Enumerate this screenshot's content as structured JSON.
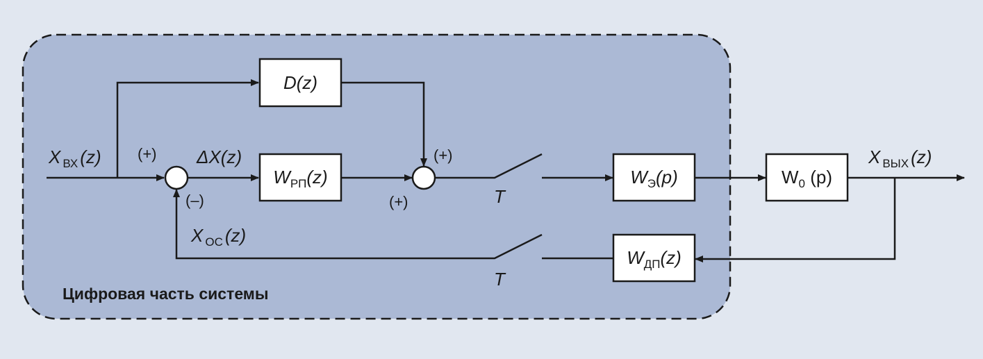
{
  "region": {
    "title": "Цифровая часть системы",
    "fill": "#abb9d5",
    "border": "#1a1a1a"
  },
  "blocks": {
    "d": {
      "main": "D",
      "tail": "(z)"
    },
    "w_rp": {
      "main": "W",
      "sub": "РП",
      "tail": "(z)"
    },
    "w_e": {
      "main": "W",
      "sub": "Э",
      "tail": "(p)"
    },
    "w_o": {
      "main": "W",
      "sub": "0",
      "tail": " (p)"
    },
    "w_dp": {
      "main": "W",
      "sub": "ДП",
      "tail": "(z)"
    }
  },
  "signals": {
    "x_in": {
      "main": "X",
      "sub": "ВХ",
      "tail": "(z)"
    },
    "x_out": {
      "main": "X",
      "sub": "ВЫХ",
      "tail": "(z)"
    },
    "x_oc": {
      "main": "X",
      "sub": "ОС",
      "tail": "(z)"
    },
    "delta_x": {
      "main": "ΔX",
      "tail": "(z)"
    }
  },
  "signs": {
    "sum1_plus": "(+)",
    "sum1_minus": "(–)",
    "sum2_top_plus": "(+)",
    "sum2_left_plus": "(+)"
  },
  "switches": {
    "forward_label": "T",
    "feedback_label": "T"
  },
  "colors": {
    "background": "#e1e7f0",
    "line": "#1a1a1a",
    "block_fill": "#ffffff"
  }
}
